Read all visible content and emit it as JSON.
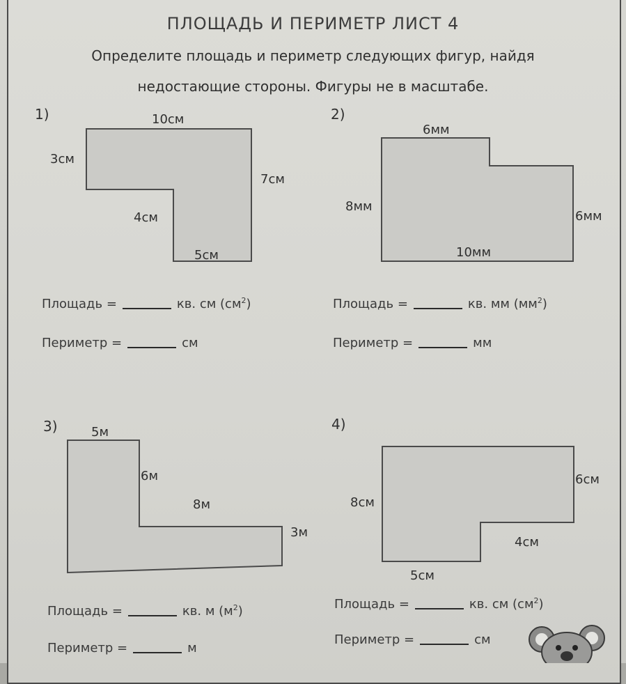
{
  "header": {
    "title": "ПЛОЩАДЬ И ПЕРИМЕТР ЛИСТ 4",
    "instruction_line1": "Определите площадь и периметр следующих фигур, найдя",
    "instruction_line2": "недостающие стороны. Фигуры не в масштабе."
  },
  "problems": [
    {
      "number": "1)",
      "labels": {
        "top": "10см",
        "left": "3см",
        "right": "7см",
        "inner": "4см",
        "bottom": "5см"
      },
      "area_label": "Площадь =",
      "area_unit": "кв. см (см",
      "area_sup": "2",
      "area_close": ")",
      "perimeter_label": "Периметр =",
      "perimeter_unit": "см"
    },
    {
      "number": "2)",
      "labels": {
        "top": "6мм",
        "left": "8мм",
        "right": "6мм",
        "bottom": "10мм"
      },
      "area_label": "Площадь =",
      "area_unit": "кв. мм (мм",
      "area_sup": "2",
      "area_close": ")",
      "perimeter_label": "Периметр =",
      "perimeter_unit": "мм"
    },
    {
      "number": "3)",
      "labels": {
        "top": "5м",
        "inner_vertical": "6м",
        "inner_horizontal": "8м",
        "right": "3м"
      },
      "area_label": "Площадь =",
      "area_unit": "кв. м (м",
      "area_sup": "2",
      "area_close": ")",
      "perimeter_label": "Периметр =",
      "perimeter_unit": "м"
    },
    {
      "number": "4)",
      "labels": {
        "right": "6см",
        "left": "8см",
        "inner": "4см",
        "bottom": "5см"
      },
      "area_label": "Площадь =",
      "area_unit": "кв. см (см",
      "area_sup": "2",
      "area_close": ")",
      "perimeter_label": "Периметр =",
      "perimeter_unit": "см"
    }
  ],
  "colors": {
    "shape_fill": "#c9c9c5",
    "shape_stroke": "#4a4a4a",
    "page": "#d6d6d1"
  }
}
